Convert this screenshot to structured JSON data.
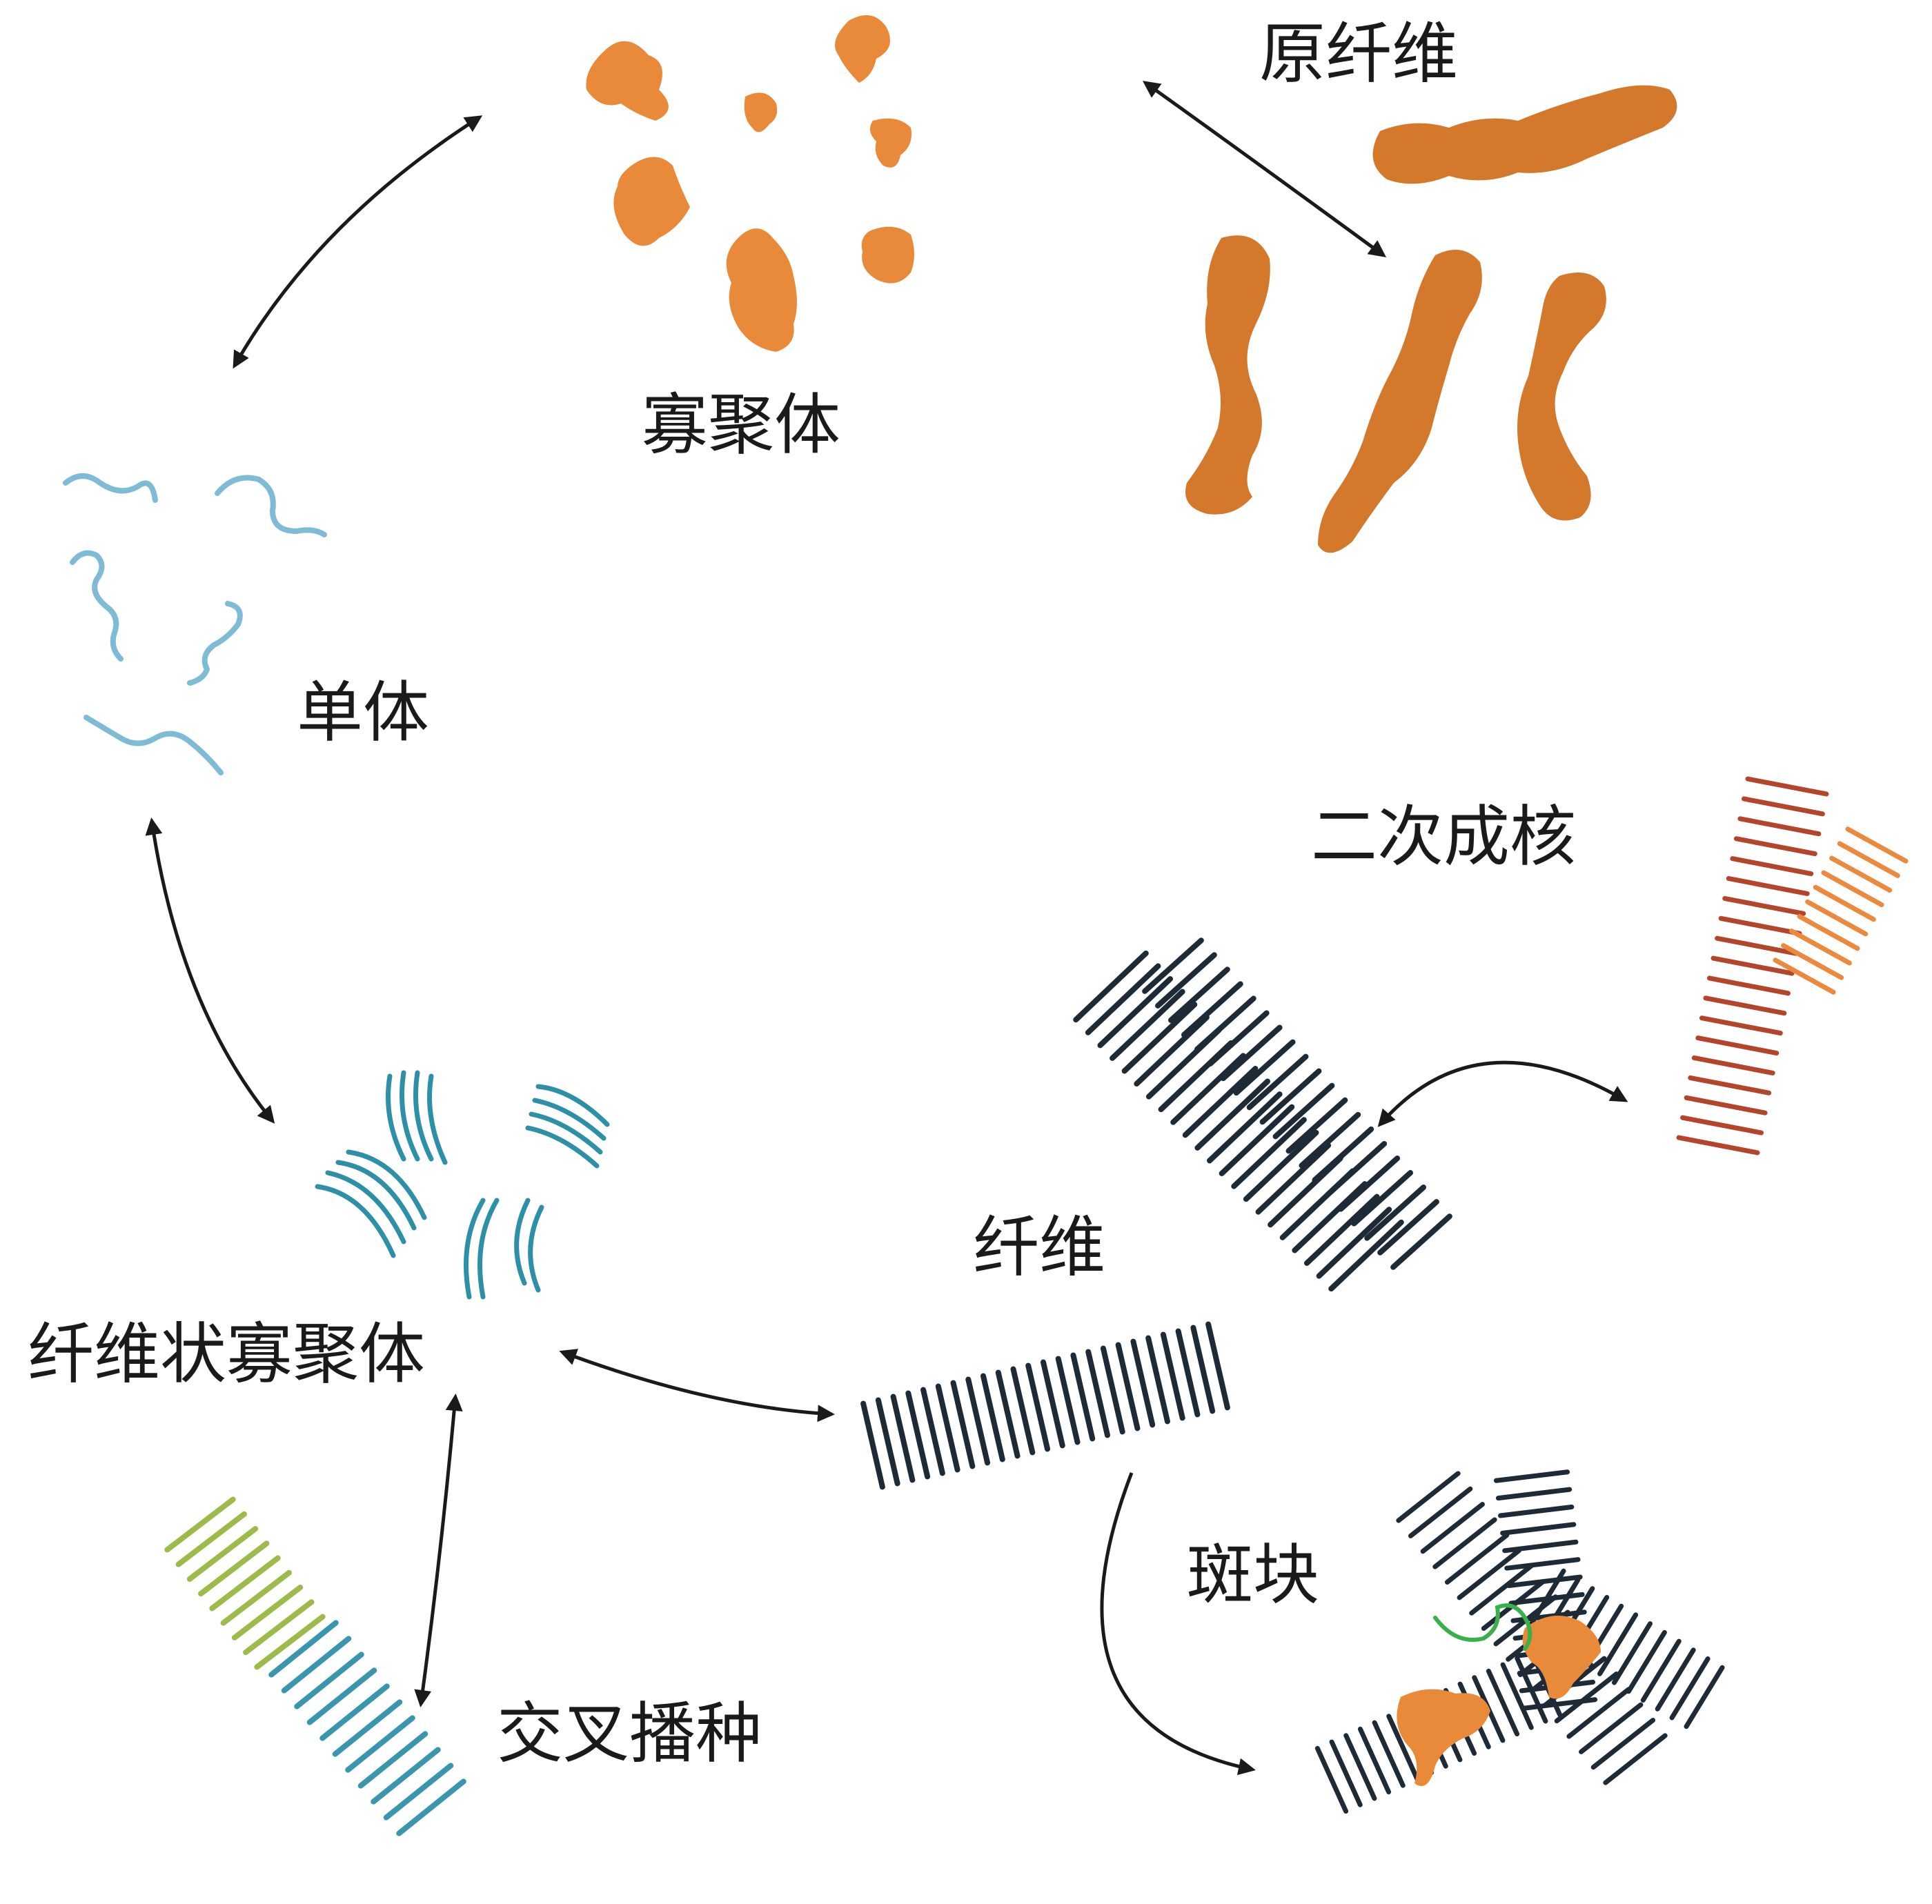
{
  "labels": {
    "oligomer": "寡聚体",
    "protofibril": "原纤维",
    "monomer": "单体",
    "secondary_nucleation": "二次成核",
    "fibril": "纤维",
    "fibrillar_oligomer": "纤维状寡聚体",
    "cross_seeding": "交叉播种",
    "plaque": "斑块"
  },
  "colors": {
    "oligomer": "#E98A3A",
    "protofibril": "#D4782B",
    "monomer": "#7DBBD6",
    "fibrillar_oligomer": "#2E8FA8",
    "fibril": "#1E2A36",
    "secondary_fibril": "#B5452A",
    "secondary_branch": "#EB8A3E",
    "cross_seed_green": "#9DBB4A",
    "cross_seed_teal": "#3A96AF",
    "plaque_green": "#3BB04A",
    "arrow": "#1a1a1a"
  }
}
